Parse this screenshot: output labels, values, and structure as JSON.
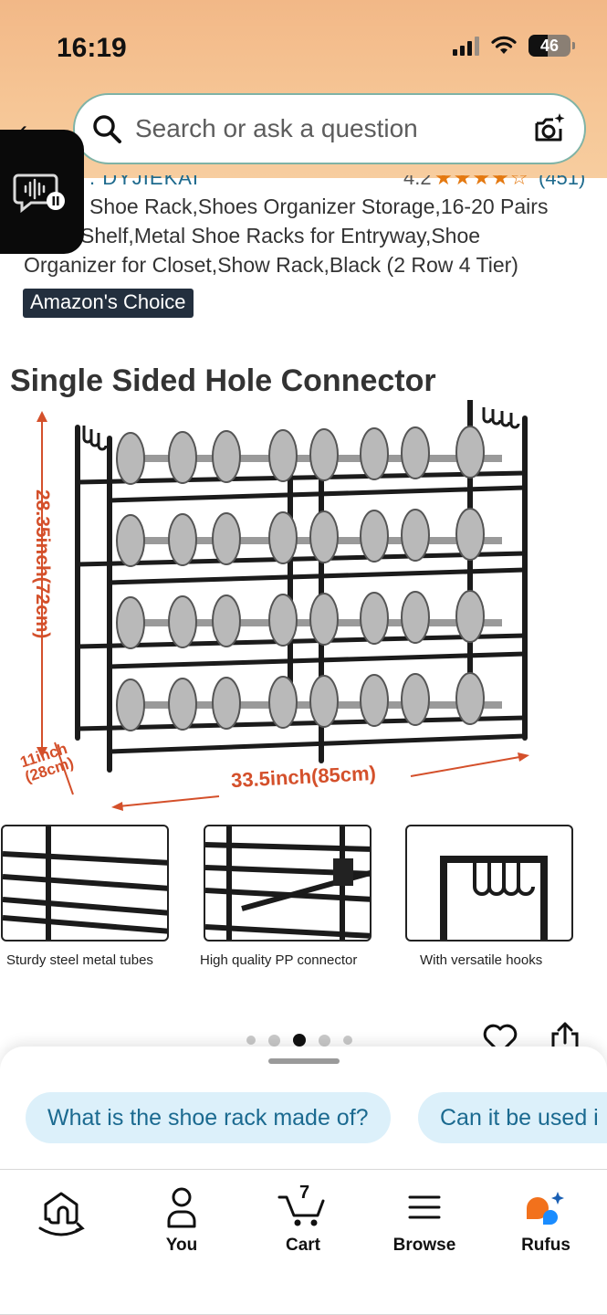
{
  "status_bar": {
    "time": "16:19",
    "battery": "46"
  },
  "search": {
    "placeholder": "Search or ask a question"
  },
  "product": {
    "brand": ". DYJIEKAI",
    "rating": "4.2",
    "stars": "★★★★☆",
    "rating_count": "(451)",
    "title_lines": [
      "Shoe Rack,Shoes Organizer Storage,16-20 Pairs",
      "Shelf,Metal Shoe Racks for Entryway,Shoe",
      "Organizer for Closet,Show Rack,Black (2 Row 4 Tier)"
    ],
    "badge": "Amazon's Choice"
  },
  "image": {
    "headline": "Single Sided Hole Connector",
    "height_dim": "28.35inch(72cm)",
    "width_dim": "33.5inch(85cm)",
    "depth_dim_line1": "11inch",
    "depth_dim_line2": "(28cm)",
    "details": [
      {
        "caption": "Sturdy steel metal tubes"
      },
      {
        "caption": "High quality PP connector"
      },
      {
        "caption": "With versatile hooks"
      }
    ]
  },
  "carousel": {
    "dot_count": 5,
    "active_index": 2
  },
  "suggestions": [
    "What is the shoe rack made of?",
    "Can it be used i"
  ],
  "tabs": {
    "home": "",
    "you": "You",
    "cart": "Cart",
    "cart_count": "7",
    "browse": "Browse",
    "rufus": "Rufus"
  },
  "colors": {
    "header_top": "#f2b887",
    "link_blue": "#1e6a8d",
    "star_orange": "#e47911",
    "badge_bg": "#232f3e",
    "dimension_red": "#d4502b",
    "chip_bg": "#dcf0fa"
  }
}
